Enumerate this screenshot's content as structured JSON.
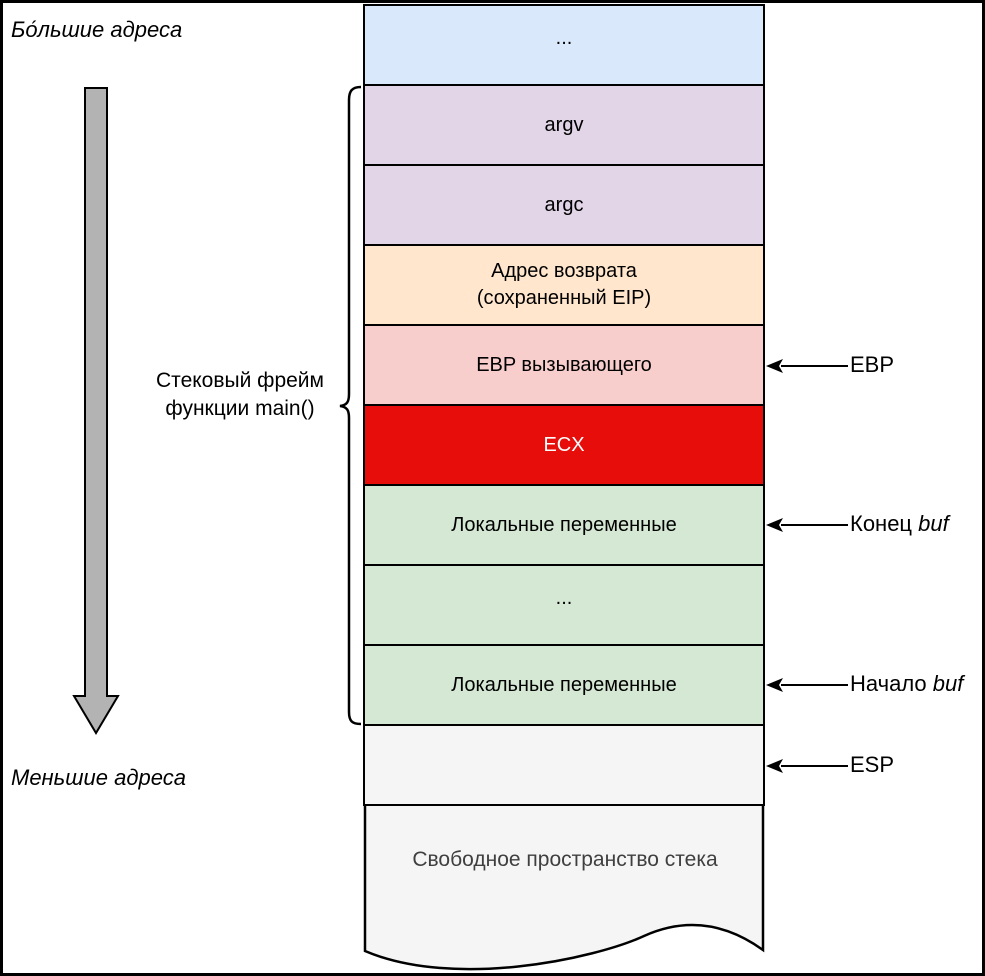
{
  "labels": {
    "higher_addresses": "Бо́льшие адреса",
    "lower_addresses": "Меньшие адреса",
    "frame_line1": "Стековый фрейм",
    "frame_line2": "функции main()"
  },
  "stack": {
    "cells": [
      {
        "label": "..."
      },
      {
        "label": "argv"
      },
      {
        "label": "argc"
      },
      {
        "line1": "Адрес возврата",
        "line2": "(сохраненный EIP)"
      },
      {
        "label": "EBP вызывающего"
      },
      {
        "label": "ECX"
      },
      {
        "label": "Локальные переменные"
      },
      {
        "label": "..."
      },
      {
        "label": "Локальные переменные"
      },
      {
        "label": ""
      }
    ],
    "free_space_label": "Свободное пространство стека"
  },
  "pointers": {
    "ebp": {
      "label": "EBP"
    },
    "buf_end": {
      "prefix": "Конец ",
      "word": "buf"
    },
    "buf_start": {
      "prefix": "Начало ",
      "word": "buf"
    },
    "esp": {
      "label": "ESP"
    }
  },
  "colors": {
    "cell_blue": "#dae8fc",
    "cell_purple": "#e1d5e7",
    "cell_orange": "#ffe6cc",
    "cell_pink": "#f8cecc",
    "cell_red": "#e60d0a",
    "cell_red_text": "#ffffff",
    "cell_green": "#d5e8d4",
    "cell_gray": "#f5f5f5",
    "free_space_text": "#3f3f3f",
    "arrow_gray": "#b3b3b3",
    "line_black": "#000000"
  }
}
